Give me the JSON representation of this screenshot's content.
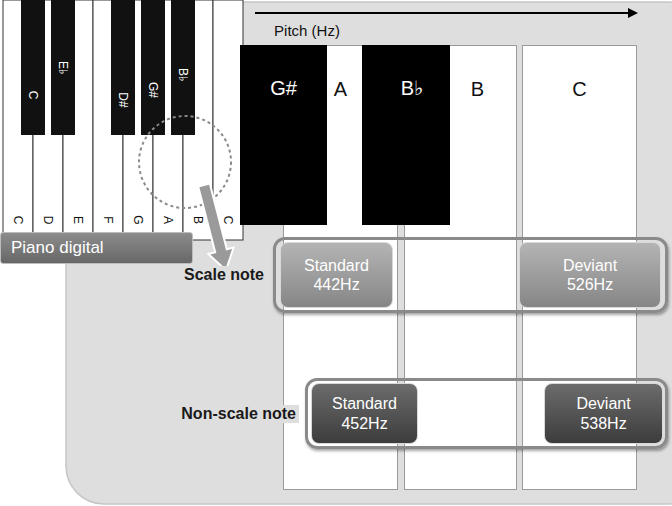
{
  "diagram": {
    "nodes": [
      {
        "text": [
          "Piano digital"
        ]
      },
      {
        "text": [
          "G#"
        ]
      },
      {
        "text": [
          "A"
        ]
      },
      {
        "text": [
          "B♭"
        ]
      },
      {
        "text": [
          "B"
        ]
      },
      {
        "text": [
          "C"
        ]
      },
      {
        "text": [
          "Scale note"
        ]
      },
      {
        "text": [
          "Standard 442Hz"
        ],
        "in": 6
      },
      {
        "text": [
          "Deviant 526Hz"
        ],
        "in": 6
      },
      {
        "text": [
          "Non-scale note"
        ]
      },
      {
        "text": [
          "Standard 452Hz"
        ],
        "in": 9
      },
      {
        "text": [
          "Deviant 538Hz"
        ],
        "in": 9
      }
    ],
    "labels": [
      "C",
      "E♭",
      "D#",
      "G#",
      "B♭",
      "C",
      "D",
      "E",
      "F",
      "G",
      "A",
      "B",
      "C",
      "Pitch (Hz)"
    ]
  }
}
